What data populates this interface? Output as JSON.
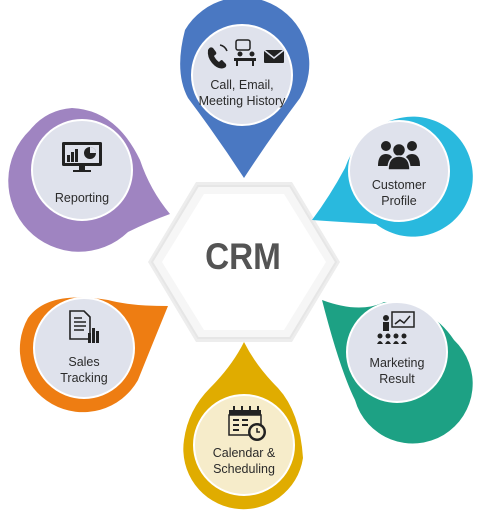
{
  "diagram": {
    "center": {
      "label": "CRM"
    },
    "nodes": [
      {
        "id": "call",
        "lines": [
          "Call, Email,",
          "Meeting History"
        ],
        "color": "#4a78c2",
        "icon": "phone-meeting-email-icon"
      },
      {
        "id": "customer",
        "lines": [
          "Customer",
          "Profile"
        ],
        "color": "#29b9de",
        "icon": "customer-group-icon"
      },
      {
        "id": "marketing",
        "lines": [
          "Marketing",
          "Result"
        ],
        "color": "#1da184",
        "icon": "presentation-audience-icon"
      },
      {
        "id": "calendar",
        "lines": [
          "Calendar &",
          "Scheduling"
        ],
        "color": "#e0ac00",
        "icon": "calendar-clock-icon"
      },
      {
        "id": "sales",
        "lines": [
          "Sales",
          "Tracking"
        ],
        "color": "#ee7d12",
        "icon": "document-chart-icon"
      },
      {
        "id": "reporting",
        "lines": [
          "Reporting"
        ],
        "color": "#9f84c1",
        "icon": "monitor-chart-icon"
      }
    ]
  }
}
